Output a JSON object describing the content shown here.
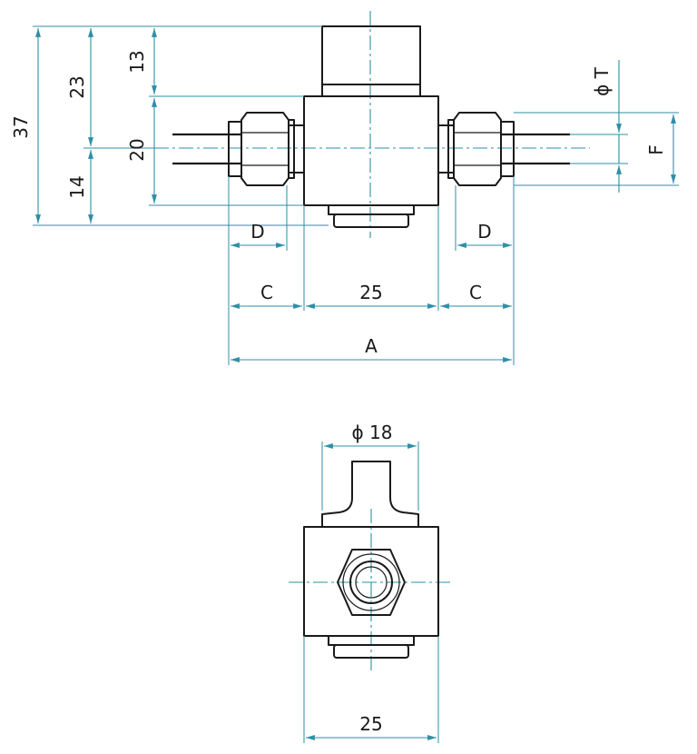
{
  "front_view": {
    "dims": {
      "overall_height": "37",
      "top_to_axis": "23",
      "axis_to_bottom": "14",
      "cap_height": "13",
      "body_height": "20",
      "tube_dia": "ϕ T",
      "fitting_height": "F",
      "fitting_left": "D",
      "fitting_right": "D",
      "port_left": "C",
      "port_right": "C",
      "body_width": "25",
      "overall_width": "A"
    }
  },
  "side_view": {
    "dims": {
      "cap_dia": "ϕ 18",
      "body_width": "25"
    }
  },
  "colors": {
    "dimension": "#2e8fa6",
    "outline": "#1a1a1a"
  }
}
